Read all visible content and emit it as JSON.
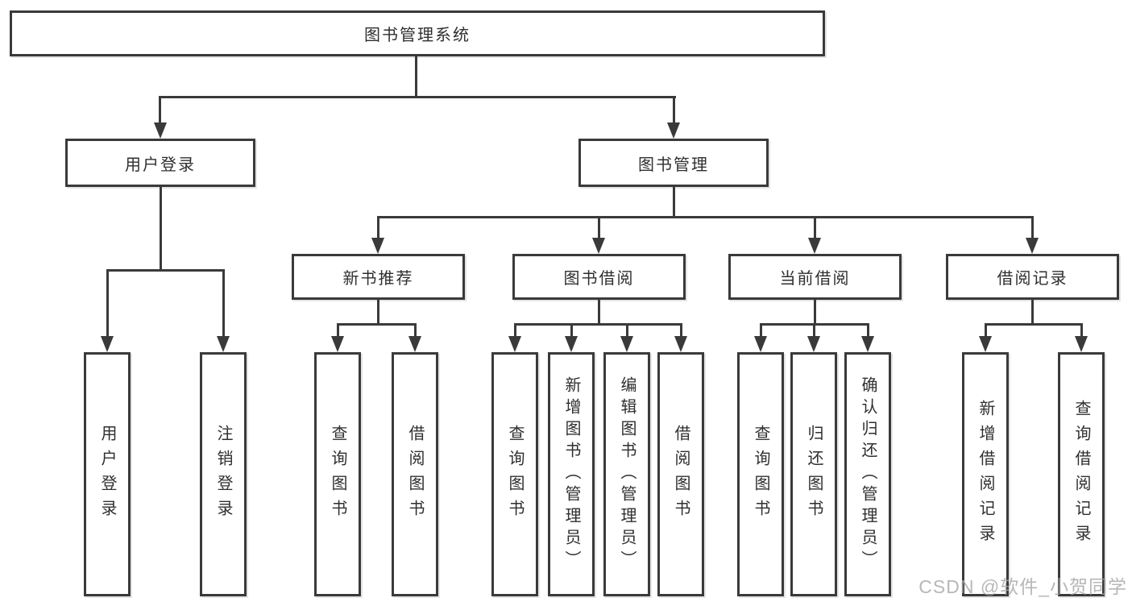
{
  "colors": {
    "line": "#3a3a3a",
    "box_border": "#3a3a3a",
    "text": "#2f2f2f",
    "background": "#ffffff",
    "watermark": "#a5a5a5"
  },
  "tree": {
    "root": {
      "label": "图书管理系统"
    },
    "level2": [
      {
        "label": "用户登录"
      },
      {
        "label": "图书管理"
      }
    ],
    "level3": [
      {
        "label": "新书推荐"
      },
      {
        "label": "图书借阅"
      },
      {
        "label": "当前借阅"
      },
      {
        "label": "借阅记录"
      }
    ],
    "leaves": {
      "user_login": [
        {
          "label": "用户登录"
        },
        {
          "label": "注销登录"
        }
      ],
      "new_book_recommend": [
        {
          "label": "查询图书"
        },
        {
          "label": "借阅图书"
        }
      ],
      "book_borrow": [
        {
          "label": "查询图书"
        },
        {
          "label": "新增图书（管理员）"
        },
        {
          "label": "编辑图书（管理员）"
        },
        {
          "label": "借阅图书"
        }
      ],
      "current_borrow": [
        {
          "label": "查询图书"
        },
        {
          "label": "归还图书"
        },
        {
          "label": "确认归还（管理员）"
        }
      ],
      "borrow_records": [
        {
          "label": "新增借阅记录"
        },
        {
          "label": "查询借阅记录"
        }
      ]
    }
  },
  "watermark": {
    "text": "CSDN @软件_小贺同学"
  }
}
